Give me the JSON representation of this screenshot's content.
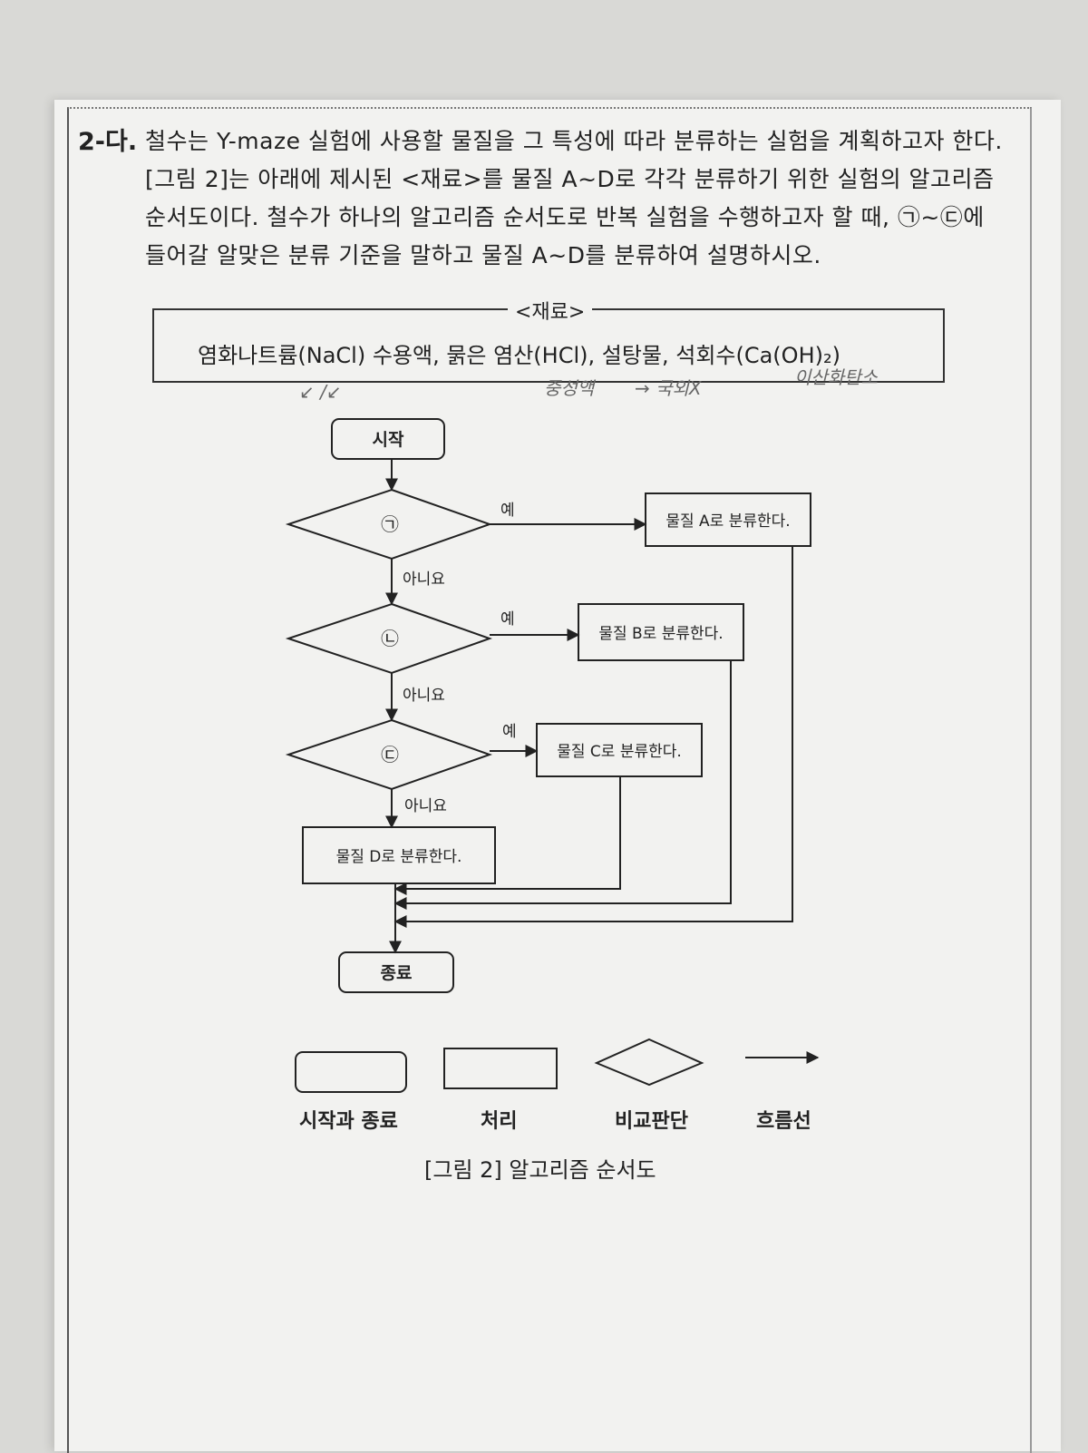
{
  "question": {
    "number": "2-다.",
    "lines": [
      "철수는 Y-maze 실험에 사용할 물질을 그 특성에 따라 분류하는 실험을 계획하고자 한다.",
      "[그림 2]는 아래에 제시된 <재료>를 물질 A~D로 각각 분류하기 위한 실험의 알고리즘",
      "순서도이다. 철수가 하나의 알고리즘 순서도로 반복 실험을 수행하고자 할 때, ㉠~㉢에",
      "들어갈 알맞은 분류 기준을 말하고 물질 A~D를 분류하여 설명하시오."
    ]
  },
  "materials": {
    "title": "<재료>",
    "text": "염화나트륨(NaCl) 수용액, 묽은 염산(HCl), 설탕물, 석회수(Ca(OH)₂)"
  },
  "handwriting": {
    "note1": "↙ /↙",
    "note2": "중성액",
    "note3": "→ 국외X",
    "note4": "이산화탄소"
  },
  "flowchart": {
    "start": "시작",
    "end": "종료",
    "decisions": [
      "㉠",
      "㉡",
      "㉢"
    ],
    "yes": "예",
    "no": "아니요",
    "processes": [
      "물질 A로 분류한다.",
      "물질 B로 분류한다.",
      "물질 C로 분류한다.",
      "물질 D로 분류한다."
    ]
  },
  "legend": {
    "terminal": "시작과 종료",
    "process": "처리",
    "decision": "비교판단",
    "flow": "흐름선"
  },
  "caption": "[그림 2] 알고리즘 순서도",
  "colors": {
    "ink": "#222222",
    "paper": "#f2f2f0",
    "pencil": "#666666"
  }
}
